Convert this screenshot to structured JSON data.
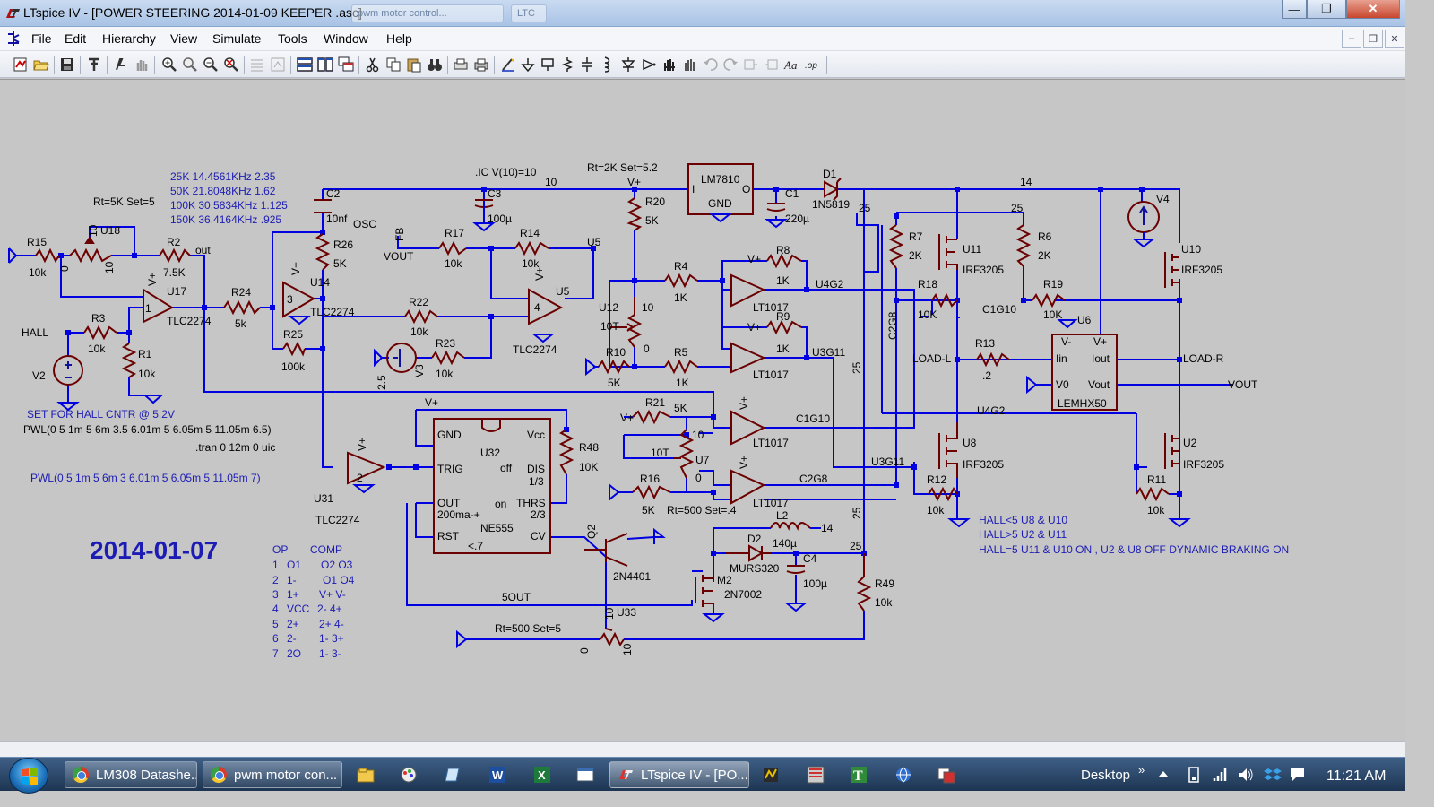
{
  "window": {
    "title": "LTspice IV - [POWER STEERING 2014-01-09 KEEPER .asc]",
    "ghost_tab_1": "pwm motor control...",
    "ghost_tab_2": "LTC",
    "minimize_label": "—",
    "maximize_label": "❐",
    "close_label": "✕",
    "mdi_minimize": "–",
    "mdi_restore": "❐",
    "mdi_close": "✕"
  },
  "menu": {
    "items": [
      "File",
      "Edit",
      "Hierarchy",
      "View",
      "Simulate",
      "Tools",
      "Window",
      "Help"
    ]
  },
  "toolbar": {
    "icons": [
      "new-schematic-icon",
      "open-icon",
      "save-icon",
      "control-panel-icon",
      "run-icon",
      "halt-icon",
      "zoom-in-icon",
      "pan-icon",
      "zoom-out-icon",
      "zoom-fit-icon",
      "autorange-icon",
      "tile-horizontal-icon",
      "tile-vertical-icon",
      "cascade-icon",
      "cut-icon",
      "copy-icon",
      "paste-icon",
      "find-icon",
      "print-setup-icon",
      "print-icon",
      "draw-wire-icon",
      "ground-icon",
      "label-net-icon",
      "resistor-icon",
      "capacitor-icon",
      "inductor-icon",
      "diode-icon",
      "component-icon",
      "move-icon",
      "drag-icon",
      "undo-icon",
      "redo-icon",
      "rotate-icon",
      "mirror-icon",
      "text-icon",
      "spice-directive-icon"
    ]
  },
  "schematic": {
    "colors": {
      "wire": "#0000e0",
      "component": "#6b0000",
      "text": "#000000",
      "comment": "#1c1cb4",
      "background": "#c6c6c6"
    },
    "labels": {
      "r15": "R15",
      "r15v": "10k",
      "u18": "U18",
      "u18a": "10",
      "u18b": "0",
      "u18c": "10",
      "r2": "R2",
      "r2v": "7.5K",
      "out": "out",
      "rt5k": "Rt=5K Set=5",
      "pot_table_1": "25K  14.4561KHz  2.35",
      "pot_table_2": "50K  21.8048KHz  1.62",
      "pot_table_3": "100K 30.5834KHz  1.125",
      "pot_table_4": "150K 36.4164KHz  .925",
      "c2": "C2",
      "c2v": "10nf",
      "osc": "OSC",
      "ic": ".IC V(10)=10",
      "n10": "10",
      "c3": "C3",
      "c3v": "100µ",
      "rt2k": "Rt=2K Set=5.2",
      "vplus": "V+",
      "lm7810": "LM7810",
      "reg_i": "I",
      "reg_o": "O",
      "reg_gnd": "GND",
      "c1": "C1",
      "c1v": "220µ",
      "d1": "D1",
      "d1v": "1N5819",
      "n14": "14",
      "r20": "R20",
      "r20v": "5K",
      "fb": "FB",
      "vout_label": "VOUT",
      "r17": "R17",
      "r17v": "10k",
      "r14": "R14",
      "r14v": "10k",
      "u5": "U5",
      "r26": "R26",
      "r26v": "5K",
      "u14": "U14",
      "u17": "U17",
      "tlc2274": "TLC2274",
      "r24": "R24",
      "r24v": "5k",
      "hall": "HALL",
      "r3": "R3",
      "r3v": "10k",
      "r1": "R1",
      "r1v": "10k",
      "v2": "V2",
      "r25": "R25",
      "r25v": "100k",
      "r22": "R22",
      "r22v": "10k",
      "r23": "R23",
      "r23v": "10k",
      "v3": "V3",
      "v3v": "2.5",
      "u12": "U12",
      "u12a": "10",
      "u12b": "10T",
      "u12c": "0",
      "r10": "R10",
      "r10v": "5K",
      "r4": "R4",
      "r4v": "1K",
      "r5": "R5",
      "r5v": "1K",
      "r8": "R8",
      "r8v": "1K",
      "r9": "R9",
      "r9v": "1K",
      "u4g2": "U4G2",
      "u3g11": "U3G11",
      "lt1017": "LT1017",
      "r7": "R7",
      "r7v": "2K",
      "r6": "R6",
      "r6v": "2K",
      "n25a": "25",
      "n25b": "25",
      "n25c": "25",
      "n25d": "25",
      "n25e": "25",
      "u11": "U11",
      "irf3205": "IRF3205",
      "u10": "U10",
      "v4": "V4",
      "r18": "R18",
      "r18v": "10K",
      "r19": "R19",
      "r19v": "10K",
      "c1g10": "C1G10",
      "c2g8": "C2G8",
      "u6": "U6",
      "lem_vm": "V-",
      "lem_vp": "V+",
      "lem_iin": "Iin",
      "lem_iout": "Iout",
      "lem_v0": "V0",
      "lem_vout": "Vout",
      "lemhx50": "LEMHX50",
      "r13": "R13",
      "r13v": ".2",
      "loadl": "LOAD-L",
      "loadr": "LOAD-R",
      "vout_net": "VOUT",
      "set_hall": "SET FOR HALL CNTR @ 5.2V",
      "pwl1": "PWL(0 5 1m 5 6m 3.5 6.01m 5 6.05m 5 11.05m 6.5)",
      "tran": ".tran 0 12m 0 uic",
      "pwl2": "PWL(0 5 1m 5 6m 3 6.01m 5 6.05m 5 11.05m 7)",
      "u31": "U31",
      "u32": "U32",
      "ne555": "NE555",
      "n_gnd": "GND",
      "n_vcc": "Vcc",
      "trig": "TRIG",
      "off": "off",
      "dis": "DIS",
      "dis2": "1/3",
      "outp": "OUT",
      "outp2": "200ma-+",
      "on": "on",
      "thrs": "THRS",
      "thrs2": "2/3",
      "rst": "RST",
      "rst2": "<.7",
      "cv": "CV",
      "r48": "R48",
      "r48v": "10K",
      "r21": "R21",
      "r21v": "5K",
      "u7": "U7",
      "u7a": "10",
      "u7b": "10T",
      "u7c": "0",
      "r16": "R16",
      "r16v": "5K",
      "rt500a": "Rt=500 Set=.4",
      "q2": "Q2",
      "q2v": "2N4401",
      "l2": "L2",
      "l2v": "140µ",
      "d2": "D2",
      "d2v": "MURS320",
      "c4": "C4",
      "c4v": "100µ",
      "m2": "M2",
      "m2v": "2N7002",
      "r49": "R49",
      "r49v": "10k",
      "fiveout": "5OUT",
      "u33": "U33",
      "u33a": "10",
      "u33b": "0",
      "u33c": "10",
      "rt500b": "Rt=500 Set=5",
      "u8": "U8",
      "u2": "U2",
      "r12": "R12",
      "r12v": "10k",
      "r11": "R11",
      "r11v": "10k",
      "hall_lt": "HALL<5  U8 & U10",
      "hall_gt": "HALL>5  U2 & U11",
      "hall_eq": "HALL=5 U11 & U10 ON , U2 & U8 OFF DYNAMIC BRAKING ON",
      "date": "2014-01-07",
      "pin_head_op": "OP",
      "pin_head_comp": "COMP",
      "pins": [
        [
          "1",
          "O1",
          "O2 O3"
        ],
        [
          "2",
          "1-",
          "O1 O4"
        ],
        [
          "3",
          "1+",
          "V+  V-"
        ],
        [
          "4",
          "VCC",
          "2-   4+"
        ],
        [
          "5",
          "2+",
          "2+  4-"
        ],
        [
          "6",
          "2-",
          "1-   3+"
        ],
        [
          "7",
          "2O",
          "1-   3-"
        ]
      ],
      "op1": "1",
      "op2": "2",
      "op3": "3",
      "op4": "4"
    }
  },
  "taskbar": {
    "items": [
      {
        "label": "LM308 Datashe..."
      },
      {
        "label": "pwm motor con..."
      },
      {
        "label": "LTspice IV - [PO..."
      }
    ],
    "desktop": "Desktop",
    "chevron": "»",
    "time": "11:21 AM"
  }
}
